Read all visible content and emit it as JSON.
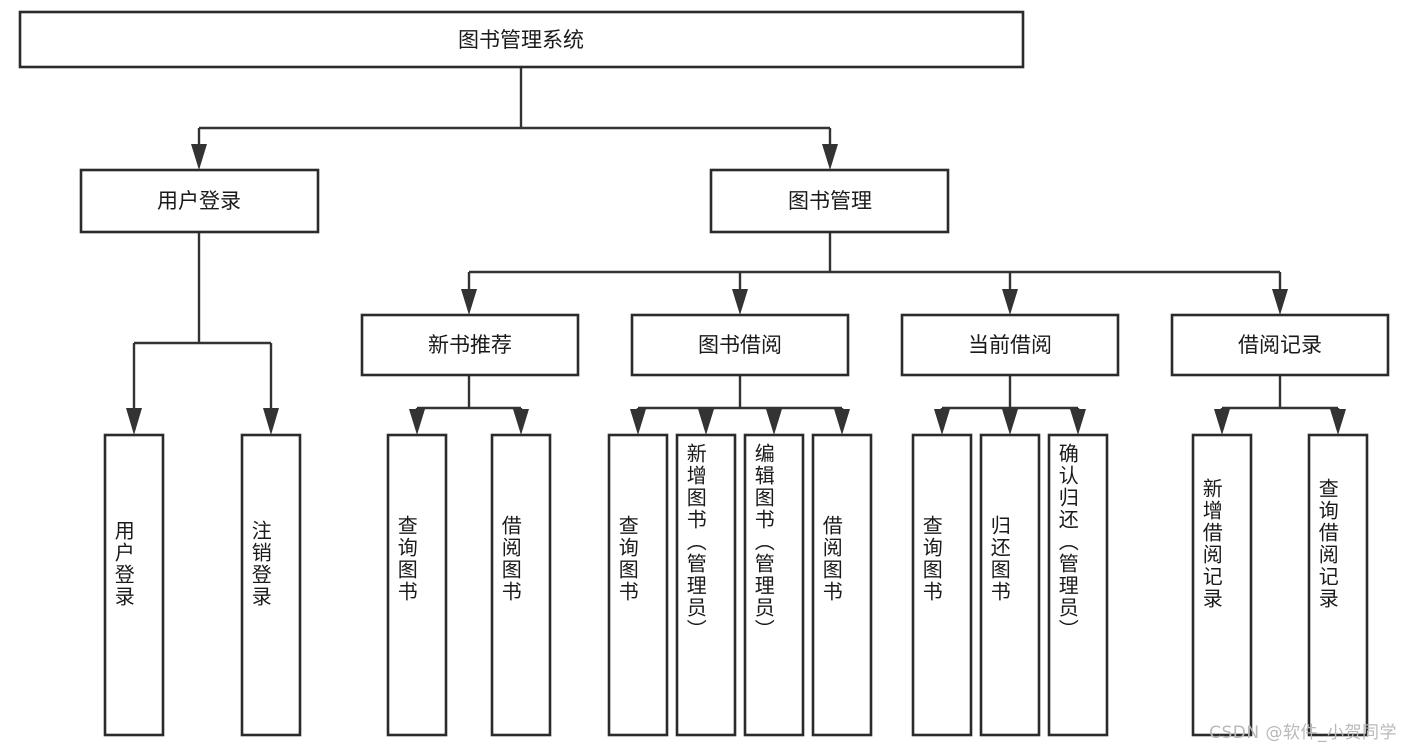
{
  "diagram": {
    "title_node": {
      "label": "图书管理系统"
    },
    "level2": [
      {
        "label": "用户登录"
      },
      {
        "label": "图书管理"
      }
    ],
    "level3": [
      {
        "label": "新书推荐"
      },
      {
        "label": "图书借阅"
      },
      {
        "label": "当前借阅"
      },
      {
        "label": "借阅记录"
      }
    ],
    "leaves": {
      "user_login": [
        {
          "label": "用户登录"
        },
        {
          "label": "注销登录"
        }
      ],
      "new_book_recommend": [
        {
          "label": "查询图书"
        },
        {
          "label": "借阅图书"
        }
      ],
      "book_borrow": [
        {
          "label": "查询图书"
        },
        {
          "label": "新增图书（管理员）"
        },
        {
          "label": "编辑图书（管理员）"
        },
        {
          "label": "借阅图书"
        }
      ],
      "current_borrow": [
        {
          "label": "查询图书"
        },
        {
          "label": "归还图书"
        },
        {
          "label": "确认归还（管理员）"
        }
      ],
      "borrow_record": [
        {
          "label": "新增借阅记录"
        },
        {
          "label": "查询借阅记录"
        }
      ]
    },
    "watermark": {
      "text": "CSDN @软件_小贺同学"
    },
    "colors": {
      "box_stroke": "#2b2b2b",
      "connector": "#333333",
      "background": "#ffffff",
      "text": "#1a1a1a",
      "watermark": "#b9b9b9"
    }
  }
}
